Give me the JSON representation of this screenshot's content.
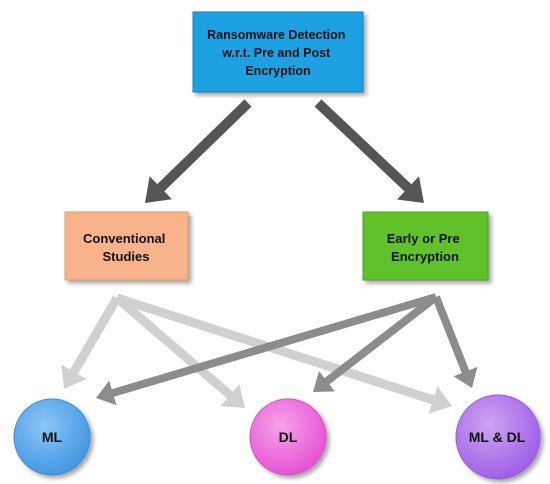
{
  "nodes": {
    "root": {
      "lines": [
        "Ransomware Detection",
        "w.r.t. Pre and Post",
        "Encryption"
      ],
      "fill": "#1BA1E2",
      "stroke": "#0E86C2"
    },
    "conventional": {
      "lines": [
        "Conventional",
        "Studies"
      ],
      "fill": "#F9B38B",
      "stroke": "#E8986A"
    },
    "early": {
      "lines": [
        "Early or Pre",
        "Encryption"
      ],
      "fill": "#5FC22B",
      "stroke": "#45A41A"
    },
    "ml": {
      "lines": [
        "ML"
      ],
      "fill": "#59A9EE",
      "stroke": "#3A8CD6"
    },
    "dl": {
      "lines": [
        "DL"
      ],
      "fill": "#F26DDF",
      "stroke": "#D84FC6"
    },
    "mldl": {
      "lines": [
        "ML & DL"
      ],
      "fill": "#B578EE",
      "stroke": "#9A5AD8"
    }
  },
  "edges": [
    {
      "from": "root",
      "to": "conventional",
      "color": "#555555"
    },
    {
      "from": "root",
      "to": "early",
      "color": "#555555"
    },
    {
      "from": "conventional",
      "to": "ml",
      "color": "#D0D0D0"
    },
    {
      "from": "conventional",
      "to": "dl",
      "color": "#D0D0D0"
    },
    {
      "from": "conventional",
      "to": "mldl",
      "color": "#D0D0D0"
    },
    {
      "from": "early",
      "to": "ml",
      "color": "#8C8C8C"
    },
    {
      "from": "early",
      "to": "dl",
      "color": "#8C8C8C"
    },
    {
      "from": "early",
      "to": "mldl",
      "color": "#8C8C8C"
    }
  ]
}
